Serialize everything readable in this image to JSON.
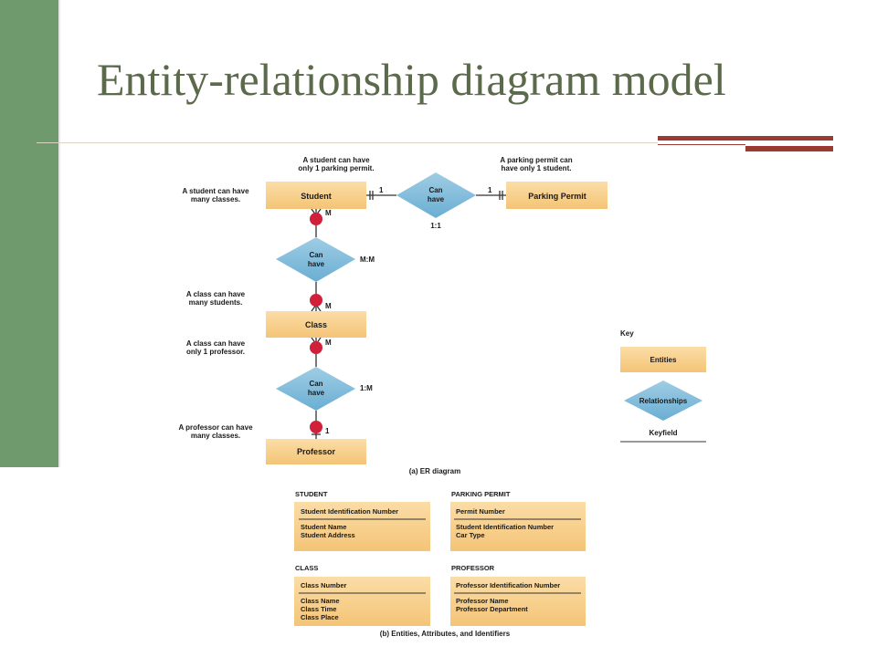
{
  "slide": {
    "title": "Entity-relationship diagram model"
  },
  "er_diagram": {
    "entities": {
      "student": "Student",
      "parking_permit": "Parking Permit",
      "class": "Class",
      "professor": "Professor"
    },
    "relationships": {
      "student_permit": [
        "Can",
        "have"
      ],
      "student_class": [
        "Can",
        "have"
      ],
      "class_professor": [
        "Can",
        "have"
      ]
    },
    "cardinality": {
      "student_permit_left": "1",
      "student_permit_right": "1",
      "student_permit_ratio": "1:1",
      "student_class_top": "M",
      "student_class_bottom": "M",
      "student_class_ratio": "M:M",
      "class_professor_top": "M",
      "class_professor_bottom": "1",
      "class_professor_ratio": "1:M"
    },
    "notes": {
      "student_permit": [
        "A student can have",
        "only 1 parking permit."
      ],
      "permit_student": [
        "A parking permit can",
        "have only 1 student."
      ],
      "student_classes": [
        "A student can have",
        "many classes."
      ],
      "class_students": [
        "A class can have",
        "many students."
      ],
      "class_professor": [
        "A class can have",
        "only 1 professor."
      ],
      "professor_classes": [
        "A professor can have",
        "many classes."
      ]
    },
    "key": {
      "heading": "Key",
      "entities": "Entities",
      "relationships": "Relationships",
      "keyfield": "Keyfield"
    },
    "caption_a": "(a) ER diagram"
  },
  "attribute_tables": [
    {
      "heading": "STUDENT",
      "identifier": "Student Identification Number",
      "attributes": [
        "Student Name",
        "Student Address"
      ]
    },
    {
      "heading": "PARKING PERMIT",
      "identifier": "Permit Number",
      "attributes": [
        "Student Identification Number",
        "Car Type"
      ]
    },
    {
      "heading": "CLASS",
      "identifier": "Class Number",
      "attributes": [
        "Class Name",
        "Class Time",
        "Class Place"
      ]
    },
    {
      "heading": "PROFESSOR",
      "identifier": "Professor Identification Number",
      "attributes": [
        "Professor Name",
        "Professor Department"
      ]
    }
  ],
  "caption_b": "(b) Entities, Attributes, and Identifiers",
  "colors": {
    "sidebar": "#6e9a6e",
    "title": "#5b6a4b",
    "accent": "#9b3a32",
    "entity_fill": "#f7cf8a",
    "relationship_fill": "#7cb8d8",
    "crow_dot": "#d0203a"
  }
}
